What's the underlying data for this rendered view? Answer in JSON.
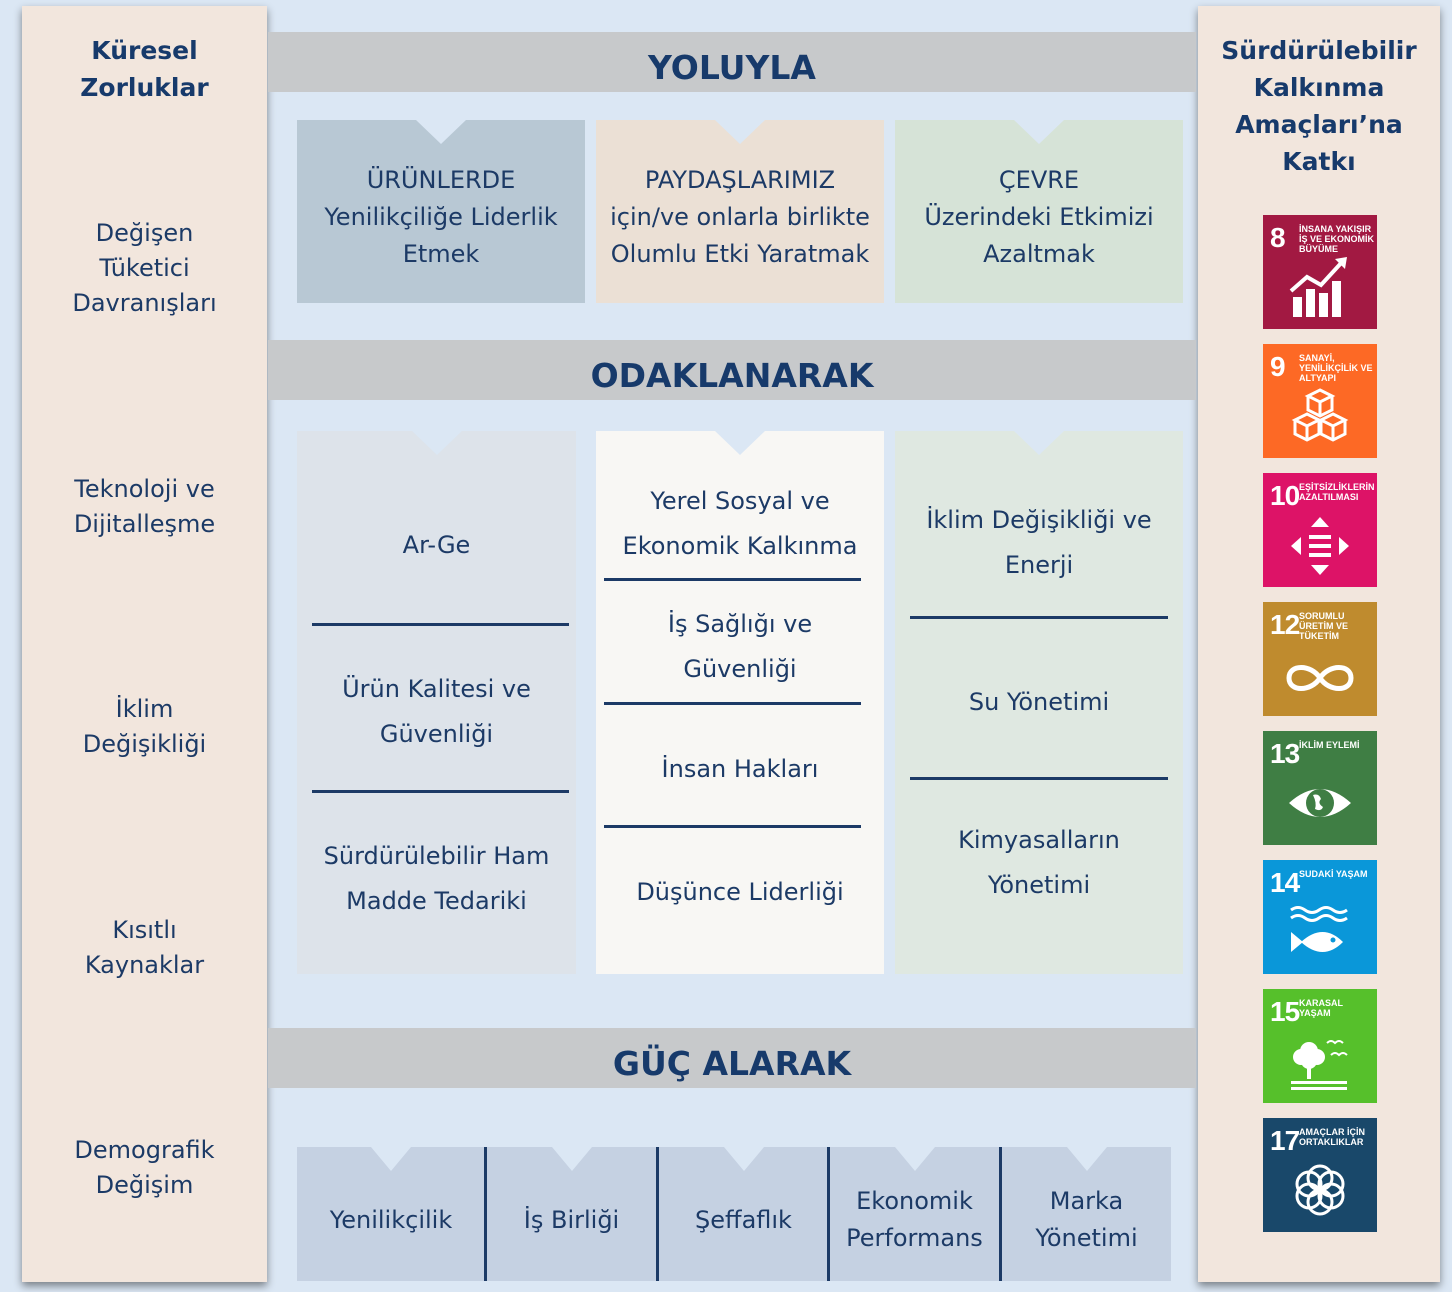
{
  "left_panel": {
    "title": [
      "Küresel",
      "Zorluklar"
    ],
    "challenges": [
      [
        "Değişen",
        "Tüketici",
        "Davranışları"
      ],
      [
        "Teknoloji ve",
        "Dijitalleşme"
      ],
      [
        "İklim",
        "Değişikliği"
      ],
      [
        "Kısıtlı",
        "Kaynaklar"
      ],
      [
        "Demografik",
        "Değişim"
      ]
    ]
  },
  "right_panel": {
    "title": [
      "Sürdürülebilir",
      "Kalkınma",
      "Amaçları’na",
      "Katkı"
    ],
    "sdgs": [
      {
        "number": "8",
        "label": "İNSANA YAKIŞIR İŞ VE EKONOMİK BÜYÜME",
        "color": "#a21942",
        "icon": "growth-chart-icon"
      },
      {
        "number": "9",
        "label": "SANAYİ, YENİLİKÇİLİK VE ALTYAPI",
        "color": "#fd6925",
        "icon": "cubes-icon"
      },
      {
        "number": "10",
        "label": "EŞİTSİZLİKLERİN AZALTILMASI",
        "color": "#dd1367",
        "icon": "equality-arrows-icon"
      },
      {
        "number": "12",
        "label": "SORUMLU ÜRETİM VE TÜKETİM",
        "color": "#bf8b2e",
        "icon": "infinity-icon"
      },
      {
        "number": "13",
        "label": "İKLİM EYLEMİ",
        "color": "#3f7e44",
        "icon": "eye-globe-icon"
      },
      {
        "number": "14",
        "label": "SUDAKİ YAŞAM",
        "color": "#0a97d9",
        "icon": "fish-waves-icon"
      },
      {
        "number": "15",
        "label": "KARASAL YAŞAM",
        "color": "#56c02b",
        "icon": "tree-birds-icon"
      },
      {
        "number": "17",
        "label": "AMAÇLAR İÇİN ORTAKLIKLAR",
        "color": "#19486a",
        "icon": "rings-icon"
      }
    ]
  },
  "bands": {
    "yoluyla": "YOLUYLA",
    "odaklanarak": "ODAKLANARAK",
    "guc_alarak": "GÜÇ ALARAK"
  },
  "strategy_boxes": [
    {
      "lines": [
        "ÜRÜNLERDE",
        "Yenilikçiliğe Liderlik",
        "Etmek"
      ],
      "color": "#b8c8d4"
    },
    {
      "lines": [
        "PAYDAŞLARIMIZ",
        "için/ve onlarla birlikte",
        "Olumlu Etki Yaratmak"
      ],
      "color": "#ebe0d5"
    },
    {
      "lines": [
        "ÇEVRE",
        "Üzerindeki Etkimizi",
        "Azaltmak"
      ],
      "color": "#d6e3d7"
    }
  ],
  "focus_columns": [
    {
      "color": "#dde3ea",
      "items": [
        [
          "Ar-Ge"
        ],
        [
          "Ürün Kalitesi ve",
          "Güvenliği"
        ],
        [
          "Sürdürülebilir Ham",
          "Madde Tedariki"
        ]
      ]
    },
    {
      "color": "#f8f7f4",
      "items": [
        [
          "Yerel Sosyal ve",
          "Ekonomik Kalkınma"
        ],
        [
          "İş Sağlığı ve",
          "Güvenliği"
        ],
        [
          "İnsan Hakları"
        ],
        [
          "Düşünce Liderliği"
        ]
      ]
    },
    {
      "color": "#dfe8e1",
      "items": [
        [
          "İklim Değişikliği ve",
          "Enerji"
        ],
        [
          "Su Yönetimi"
        ],
        [
          "Kimyasalların",
          "Yönetimi"
        ]
      ]
    }
  ],
  "pillars": [
    [
      "Yenilikçilik"
    ],
    [
      "İş Birliği"
    ],
    [
      "Şeffaflık"
    ],
    [
      "Ekonomik",
      "Performans"
    ],
    [
      "Marka",
      "Yönetimi"
    ]
  ]
}
